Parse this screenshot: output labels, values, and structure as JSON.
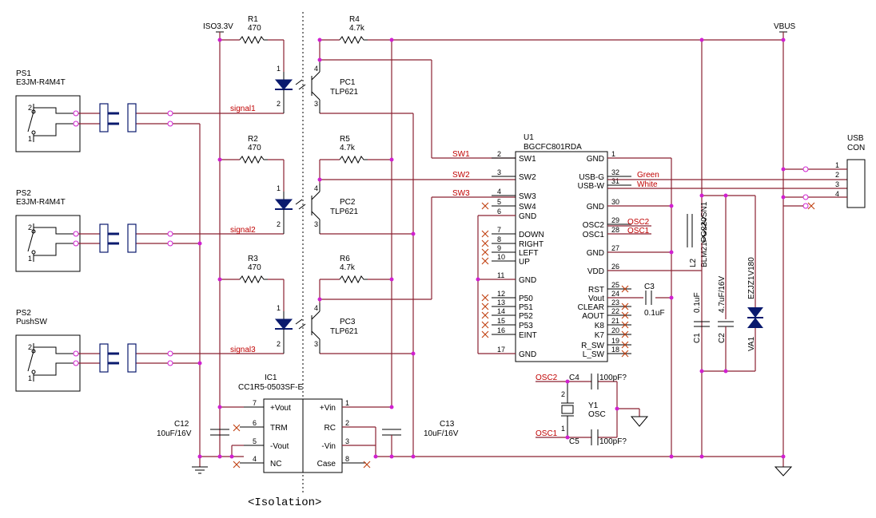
{
  "nets": {
    "iso33": "ISO3.3V",
    "vbus": "VBUS",
    "signal1": "signal1",
    "signal2": "signal2",
    "signal3": "signal3",
    "sw1": "SW1",
    "sw2": "SW2",
    "sw3": "SW3",
    "green": "Green",
    "white": "White",
    "osc2": "OSC2",
    "osc1": "OSC1"
  },
  "sensors": [
    {
      "ref": "PS1",
      "part": "E3JM-R4M4T"
    },
    {
      "ref": "PS2",
      "part": "E3JM-R4M4T"
    },
    {
      "ref": "PS2",
      "part": "PushSW"
    }
  ],
  "resistors": [
    {
      "ref": "R1",
      "value": "470"
    },
    {
      "ref": "R2",
      "value": "470"
    },
    {
      "ref": "R3",
      "value": "470"
    },
    {
      "ref": "R4",
      "value": "4.7k"
    },
    {
      "ref": "R5",
      "value": "4.7k"
    },
    {
      "ref": "R6",
      "value": "4.7k"
    }
  ],
  "optocouplers": [
    {
      "ref": "PC1",
      "part": "TLP621"
    },
    {
      "ref": "PC2",
      "part": "TLP621"
    },
    {
      "ref": "PC3",
      "part": "TLP621"
    }
  ],
  "u1": {
    "ref": "U1",
    "part": "BGCFC801RDA",
    "left_pins": [
      {
        "num": "2",
        "name": "SW1"
      },
      {
        "num": "3",
        "name": "SW2"
      },
      {
        "num": "4",
        "name": "SW3"
      },
      {
        "num": "5",
        "name": "SW4"
      },
      {
        "num": "6",
        "name": "GND"
      },
      {
        "num": "7",
        "name": "DOWN"
      },
      {
        "num": "8",
        "name": "RIGHT"
      },
      {
        "num": "9",
        "name": "LEFT"
      },
      {
        "num": "10",
        "name": "UP"
      },
      {
        "num": "11",
        "name": "GND"
      },
      {
        "num": "12",
        "name": "P50"
      },
      {
        "num": "13",
        "name": "P51"
      },
      {
        "num": "14",
        "name": "P52"
      },
      {
        "num": "15",
        "name": "P53"
      },
      {
        "num": "16",
        "name": "EINT"
      },
      {
        "num": "17",
        "name": "GND"
      }
    ],
    "right_pins": [
      {
        "num": "1",
        "name": "GND"
      },
      {
        "num": "32",
        "name": "USB-G"
      },
      {
        "num": "31",
        "name": "USB-W"
      },
      {
        "num": "30",
        "name": "GND"
      },
      {
        "num": "29",
        "name": "OSC2"
      },
      {
        "num": "28",
        "name": "OSC1"
      },
      {
        "num": "27",
        "name": "GND"
      },
      {
        "num": "26",
        "name": "VDD"
      },
      {
        "num": "25",
        "name": "RST"
      },
      {
        "num": "24",
        "name": "Vout"
      },
      {
        "num": "23",
        "name": "CLEAR"
      },
      {
        "num": "22",
        "name": "AOUT"
      },
      {
        "num": "21",
        "name": "K8"
      },
      {
        "num": "20",
        "name": "K7"
      },
      {
        "num": "19",
        "name": "R_SW"
      },
      {
        "num": "18",
        "name": "L_SW"
      }
    ]
  },
  "ic1": {
    "ref": "IC1",
    "part": "CC1R5-0503SF-E",
    "left_pins": [
      {
        "num": "7",
        "name": "+Vout"
      },
      {
        "num": "6",
        "name": "TRM"
      },
      {
        "num": "5",
        "name": "-Vout"
      },
      {
        "num": "4",
        "name": "NC"
      }
    ],
    "right_pins": [
      {
        "num": "1",
        "name": "+Vin"
      },
      {
        "num": "2",
        "name": "RC"
      },
      {
        "num": "3",
        "name": "-Vin"
      },
      {
        "num": "8",
        "name": "Case"
      }
    ]
  },
  "caps": {
    "c12": {
      "ref": "C12",
      "value": "10uF/16V"
    },
    "c13": {
      "ref": "C13",
      "value": "10uF/16V"
    },
    "c3": {
      "ref": "C3",
      "value": "0.1uF"
    },
    "c1": {
      "ref": "C1",
      "value": "0.1uF"
    },
    "c2": {
      "ref": "C2",
      "value": "4.7uF/16V"
    },
    "c4": {
      "ref": "C4",
      "value": "100pF?"
    },
    "c5": {
      "ref": "C5",
      "value": "100pF?"
    }
  },
  "l2": {
    "ref": "L2",
    "part": "BLM21PG220SN1"
  },
  "va1": {
    "ref": "VA1",
    "part": "EZJZ1V180"
  },
  "y1": {
    "ref": "Y1",
    "part": "OSC"
  },
  "usb": {
    "line1": "USB",
    "line2": "CON",
    "pins": [
      "1",
      "2",
      "3",
      "4"
    ]
  },
  "isolation_label": "<Isolation>"
}
